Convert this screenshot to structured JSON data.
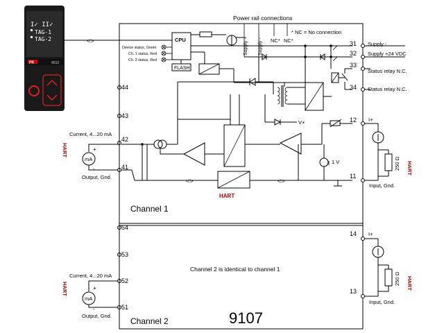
{
  "diagram": {
    "title_top": "Power rail connections",
    "nc_note": "* NC = No connection",
    "supply_label": "Supply +",
    "supply_minus_label": "Supply -",
    "nc1": "NC*",
    "nc2": "NC*",
    "cpu_label": "CPU",
    "flash_label": "FLASH",
    "status_leds": [
      "Device status, Green",
      "Ch. 1 status, Red",
      "Ch. 2 status, Red"
    ],
    "terminals_right": [
      {
        "num": "31",
        "label": "Supply -"
      },
      {
        "num": "32",
        "label": "Supply +24 VDC"
      },
      {
        "num": "33",
        "label": "Status relay N.C."
      },
      {
        "num": "34",
        "label": "Status relay N.C."
      },
      {
        "num": "12",
        "label": ""
      },
      {
        "num": "11",
        "label": "Input, Gnd."
      },
      {
        "num": "14",
        "label": ""
      },
      {
        "num": "13",
        "label": "Input, Gnd."
      }
    ],
    "terminals_left": [
      "44",
      "43",
      "42",
      "41",
      "54",
      "53",
      "52",
      "51"
    ],
    "current_label_1": "Current, 4...20 mA",
    "output_gnd_1": "Output, Gnd.",
    "current_label_2": "Current, 4...20 mA",
    "output_gnd_2": "Output, Gnd.",
    "ma_label": "mA",
    "plus": "+",
    "minus": "-",
    "i_plus": "I+",
    "v_plus": "V+",
    "one_v": "1 V",
    "resistor_label": "250 Ω",
    "hart_label": "HART",
    "channel1": "Channel 1",
    "channel2": "Channel 2",
    "channel2_note": "Channel 2 is identical to channel 1",
    "model": "9107"
  },
  "display": {
    "line1": "I✓ II✓",
    "line2": "TAG-1",
    "line3": "TAG-2",
    "brand": "PR",
    "model_small": "4510"
  }
}
